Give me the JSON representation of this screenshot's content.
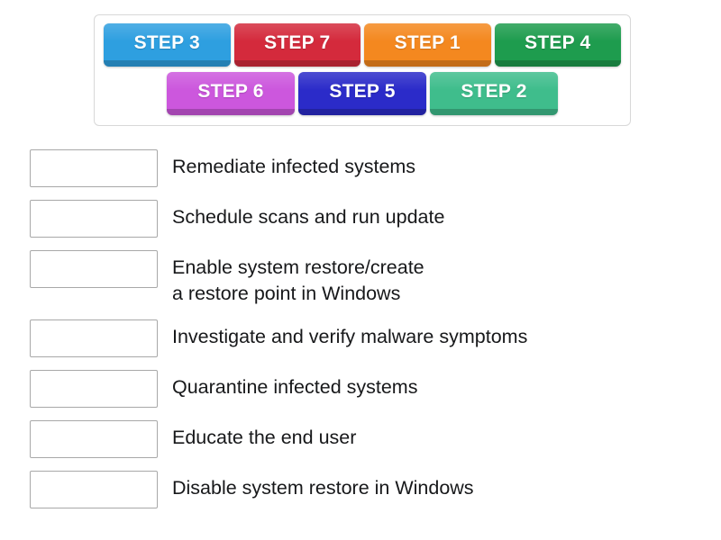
{
  "tile_bank": {
    "rows": [
      [
        {
          "label": "STEP 3",
          "color": "#2e9fe0"
        },
        {
          "label": "STEP 7",
          "color": "#d42a3c"
        },
        {
          "label": "STEP 1",
          "color": "#f4881f"
        },
        {
          "label": "STEP 4",
          "color": "#1e9c4e"
        }
      ],
      [
        {
          "label": "STEP 6",
          "color": "#cc57dd"
        },
        {
          "label": "STEP 5",
          "color": "#2b2bc9"
        },
        {
          "label": "STEP 2",
          "color": "#3fbd8c"
        }
      ]
    ]
  },
  "answers": [
    {
      "text": "Remediate infected systems",
      "drop_value": ""
    },
    {
      "text": "Schedule scans and run update",
      "drop_value": ""
    },
    {
      "text": "Enable system restore/create\na restore point in Windows",
      "drop_value": ""
    },
    {
      "text": "Investigate and verify malware symptoms",
      "drop_value": ""
    },
    {
      "text": "Quarantine infected systems",
      "drop_value": ""
    },
    {
      "text": "Educate the end user",
      "drop_value": ""
    },
    {
      "text": "Disable system restore in Windows",
      "drop_value": ""
    }
  ]
}
